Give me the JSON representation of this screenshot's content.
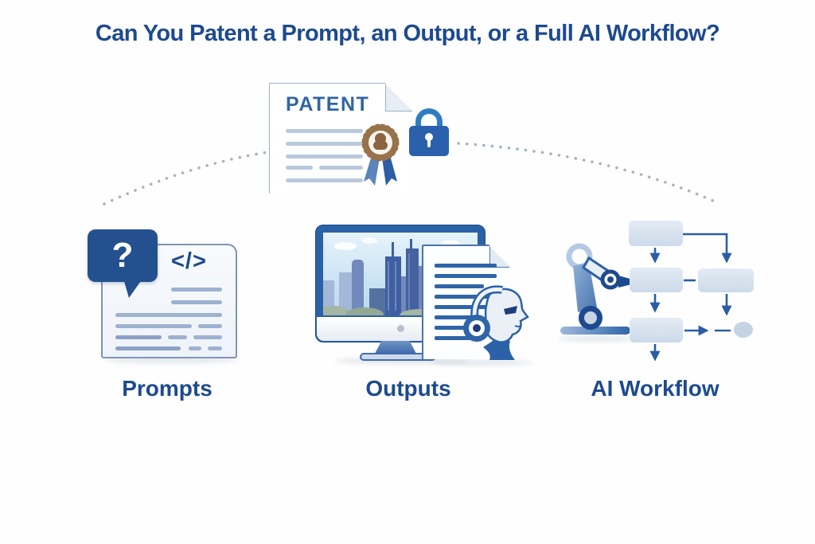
{
  "title": "Can You Patent a Prompt, an Output, or a Full AI Workflow?",
  "patent_card": {
    "heading": "PATENT"
  },
  "sections": {
    "prompts": {
      "label": "Prompts",
      "bubble_glyph": "?",
      "code_glyph": "</>"
    },
    "outputs": {
      "label": "Outputs"
    },
    "workflow": {
      "label": "AI Workflow"
    }
  },
  "icons": {
    "padlock": "padlock-icon",
    "award_seal": "award-seal-icon",
    "question_bubble": "question-bubble-icon",
    "code": "code-icon",
    "monitor": "monitor-icon",
    "city_skyline": "city-skyline-illustration",
    "document": "document-icon",
    "robot_head": "robot-head-icon",
    "robot_arm": "robot-arm-icon",
    "flowchart": "flowchart-diagram",
    "connector": "dotted-arc-connector"
  },
  "colors": {
    "title-blue": "#1d4a8f",
    "medium-blue": "#2b61a7",
    "patent-text-blue": "#31669f",
    "bubble-navy": "#24508f",
    "line-light-blue": "#b9c9dd",
    "doc-line-blue": "#9db1d0",
    "output-line-blue": "#2f64a8",
    "arrow-blue": "#2a5da5",
    "flow-box-fill": "#d9e4f0",
    "dot-gray": "#a8b3c4",
    "seal-brown": "#97724b",
    "ribbon-light": "#5b84bb",
    "ribbon-dark": "#2d5ea6",
    "lock-shackle": "#2f7dc1",
    "lock-body": "#2b61ac"
  }
}
